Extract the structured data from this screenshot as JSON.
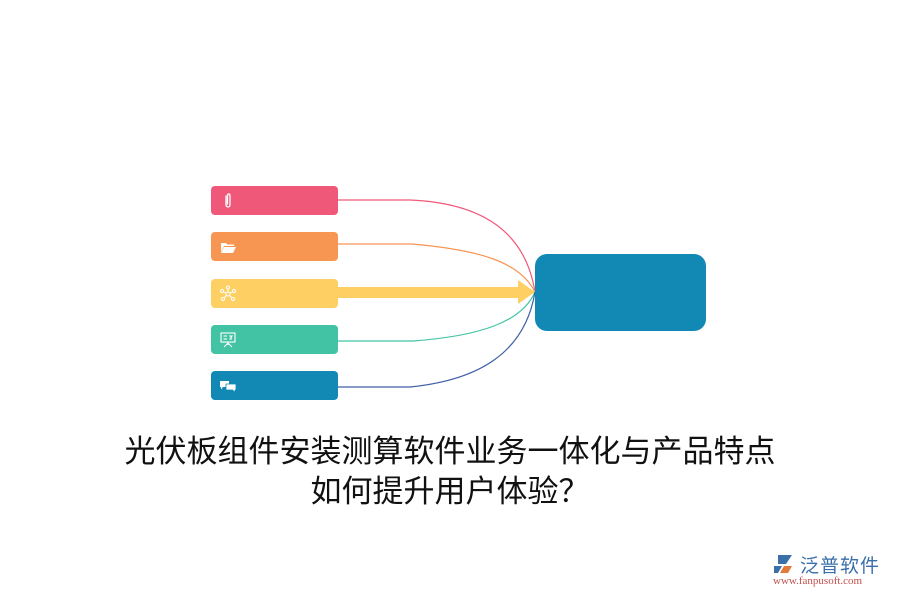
{
  "diagram": {
    "nodes": [
      {
        "id": "node-1",
        "icon": "paperclip-icon",
        "color": "#f0587a",
        "label": ""
      },
      {
        "id": "node-2",
        "icon": "folder-open-icon",
        "color": "#f79552",
        "label": ""
      },
      {
        "id": "node-3",
        "icon": "network-icon",
        "color": "#fecf63",
        "label": ""
      },
      {
        "id": "node-4",
        "icon": "presentation-board-icon",
        "color": "#42c4a4",
        "label": ""
      },
      {
        "id": "node-5",
        "icon": "chat-bubbles-icon",
        "color": "#1289b4",
        "label": ""
      }
    ],
    "hub": {
      "color": "#1289b4",
      "label": ""
    },
    "connectors": {
      "colors": [
        "#f0587a",
        "#f79552",
        "#fecf63",
        "#42c4a4",
        "#3f5fa8"
      ]
    }
  },
  "title": {
    "line1": "光伏板组件安装测算软件业务一体化与产品特点",
    "line2": "如何提升用户体验？"
  },
  "logo": {
    "brand": "泛普软件",
    "url": "www.fanpusoft.com"
  }
}
